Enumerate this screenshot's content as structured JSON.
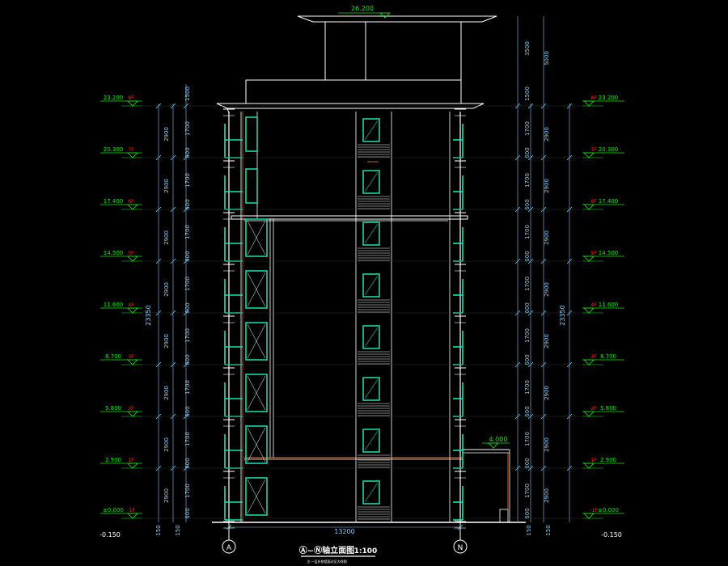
{
  "title": "Ⓐ~Ⓝ轴立面图",
  "scale": "1:100",
  "subtitle": "注:一层东侧墙面详见大样图",
  "top_elevation": "26.200",
  "annex_elevation": "4.000",
  "overall_width": "13200",
  "overall_height": "23350",
  "ground_offset": "-0.150",
  "axes": [
    "A",
    "N"
  ],
  "floors": [
    {
      "level": "23.200",
      "tag": "8F"
    },
    {
      "level": "20.300",
      "tag": "7F"
    },
    {
      "level": "17.400",
      "tag": "6F"
    },
    {
      "level": "14.500",
      "tag": "5F"
    },
    {
      "level": "11.600",
      "tag": "4F"
    },
    {
      "level": "8.700",
      "tag": "3F"
    },
    {
      "level": "5.800",
      "tag": "2F"
    },
    {
      "level": "2.900",
      "tag": "1F"
    },
    {
      "level": "±0.000",
      "tag": "-1F"
    }
  ],
  "dims": {
    "floor": "2900",
    "sill": "600",
    "window": "1700",
    "parapet": "1500",
    "roof_total": "5000",
    "roof_room": "3500",
    "base": "150"
  },
  "colors": {
    "background": "#000000",
    "outline": "#ffffff",
    "dimension": "#7fd1ff",
    "level": "#19e619",
    "floor_tag": "#ff2a2a",
    "window": "#19e6b0",
    "pipe": "#ff7a3a"
  }
}
